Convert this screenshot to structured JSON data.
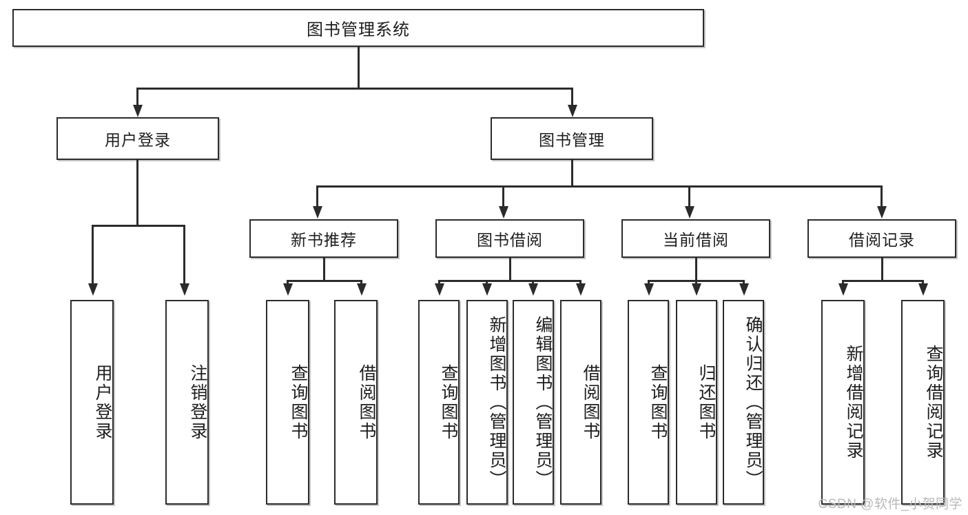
{
  "diagram": {
    "type": "tree-hierarchy",
    "title": "图书管理系统",
    "watermark": "CSDN @软件_小贺同学",
    "colors": {
      "stroke": "#2b2b2b",
      "fill": "#ffffff",
      "text": "#1d1d1d",
      "watermark": "#b9b9b9"
    },
    "root": {
      "label": "图书管理系统"
    },
    "level1": [
      {
        "id": "user-login",
        "label": "用户登录"
      },
      {
        "id": "book-manage",
        "label": "图书管理"
      }
    ],
    "level2": [
      {
        "id": "new-book-rec",
        "label": "新书推荐",
        "parent": "book-manage"
      },
      {
        "id": "book-borrow",
        "label": "图书借阅",
        "parent": "book-manage"
      },
      {
        "id": "current-borrow",
        "label": "当前借阅",
        "parent": "book-manage"
      },
      {
        "id": "borrow-record",
        "label": "借阅记录",
        "parent": "book-manage"
      }
    ],
    "leaves": [
      {
        "id": "leaf-1",
        "label": "用户登录",
        "parent": "user-login"
      },
      {
        "id": "leaf-2",
        "label": "注销登录",
        "parent": "user-login"
      },
      {
        "id": "leaf-3",
        "label": "查询图书",
        "parent": "new-book-rec"
      },
      {
        "id": "leaf-4",
        "label": "借阅图书",
        "parent": "new-book-rec"
      },
      {
        "id": "leaf-5",
        "label": "查询图书",
        "parent": "book-borrow"
      },
      {
        "id": "leaf-6",
        "label": "新增图书（管理员）",
        "parent": "book-borrow"
      },
      {
        "id": "leaf-7",
        "label": "编辑图书（管理员）",
        "parent": "book-borrow"
      },
      {
        "id": "leaf-8",
        "label": "借阅图书",
        "parent": "book-borrow"
      },
      {
        "id": "leaf-9",
        "label": "查询图书",
        "parent": "current-borrow"
      },
      {
        "id": "leaf-10",
        "label": "归还图书",
        "parent": "current-borrow"
      },
      {
        "id": "leaf-11",
        "label": "确认归还（管理员）",
        "parent": "current-borrow"
      },
      {
        "id": "leaf-12",
        "label": "新增借阅记录",
        "parent": "borrow-record"
      },
      {
        "id": "leaf-13",
        "label": "查询借阅记录",
        "parent": "borrow-record"
      }
    ]
  }
}
